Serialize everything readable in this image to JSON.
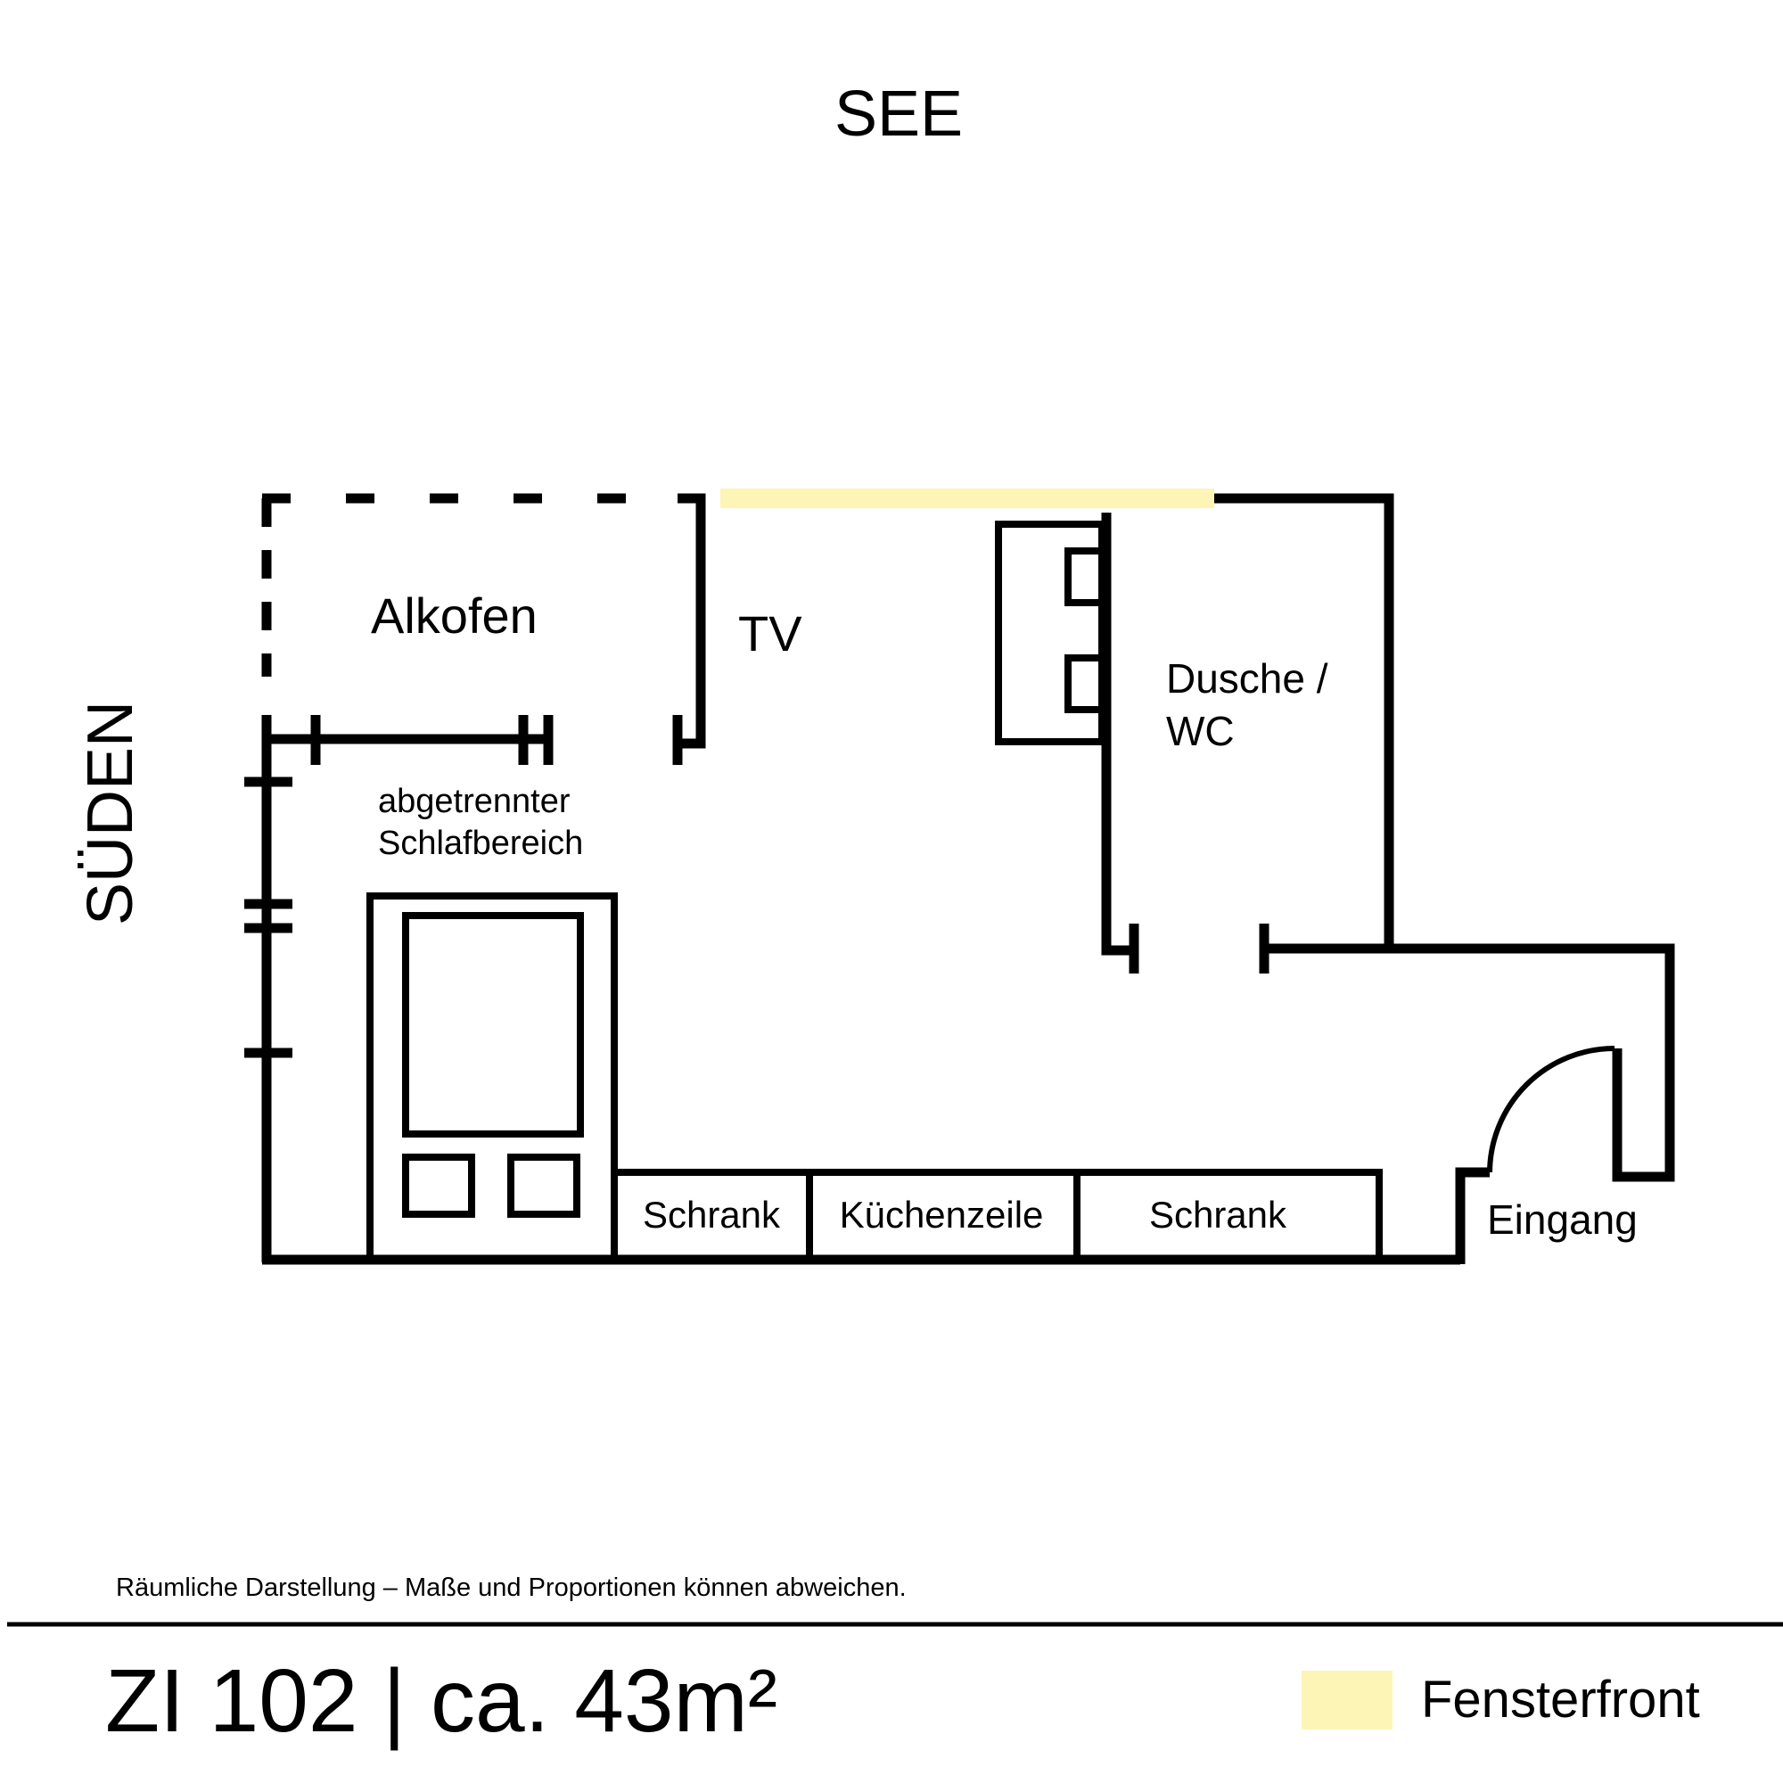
{
  "plan": {
    "orientation_top": "SEE",
    "orientation_left": "SÜDEN",
    "rooms": {
      "alkofen": "Alkofen",
      "tv": "TV",
      "bathroom_line1": "Dusche /",
      "bathroom_line2": "WC",
      "sleep_line1": "abgetrennter",
      "sleep_line2": "Schlafbereich",
      "entrance": "Eingang"
    },
    "furniture": {
      "cabinet_left": "Schrank",
      "kitchen": "Küchenzeile",
      "cabinet_right": "Schrank"
    }
  },
  "footer": {
    "disclaimer": "Räumliche Darstellung – Maße und Proportionen können abweichen.",
    "title": "ZI 102 | ca. 43m²",
    "legend_label": "Fensterfront"
  },
  "colors": {
    "window_front": "#fcf5b5",
    "line": "#000000"
  }
}
